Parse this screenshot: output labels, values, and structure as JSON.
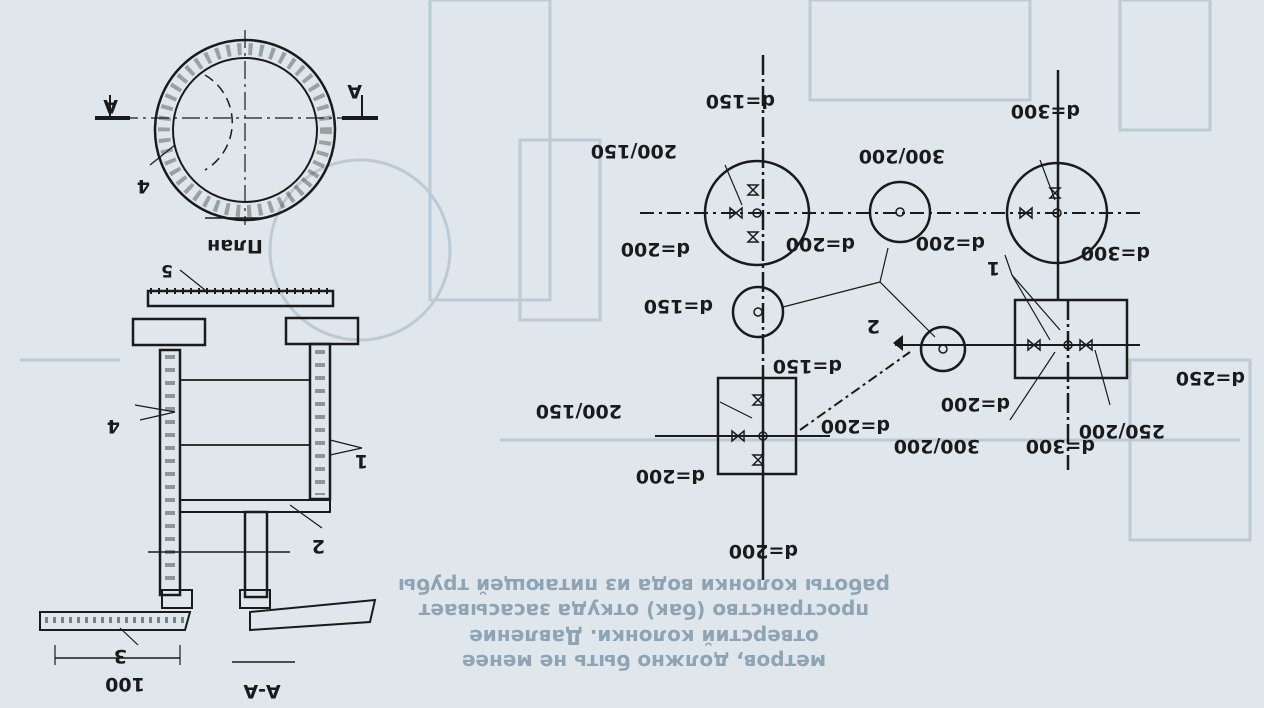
{
  "colors": {
    "paper": "#dfe7ec",
    "ink": "#1a1a1a",
    "ghost_text": "#8ea4b4"
  },
  "left_drawing": {
    "plan_title": "План",
    "section_title": "А-А",
    "section_marker_left": "А",
    "section_marker_right": "А",
    "dimension_text": "100",
    "callouts": [
      "1",
      "2",
      "3",
      "4",
      "4",
      "5"
    ]
  },
  "right_drawing": {
    "pipe_labels": [
      "d=150",
      "d=300",
      "d=200",
      "d=200",
      "d=200",
      "d=300",
      "d=150",
      "d=150",
      "d=200",
      "d=200",
      "d=200",
      "d=300",
      "d=250",
      "d=200"
    ],
    "transition_labels": [
      "200/150",
      "300/200",
      "200/150",
      "300/200",
      "250/200"
    ],
    "callouts": [
      "1",
      "2"
    ]
  },
  "background_text": {
    "line1": "метров, должно быть не менее",
    "line2": "отверстий колонки. Давление",
    "line3": "пространство (бак) откуда засасывает",
    "line4": "работы колонки вода из питающей трубы"
  }
}
